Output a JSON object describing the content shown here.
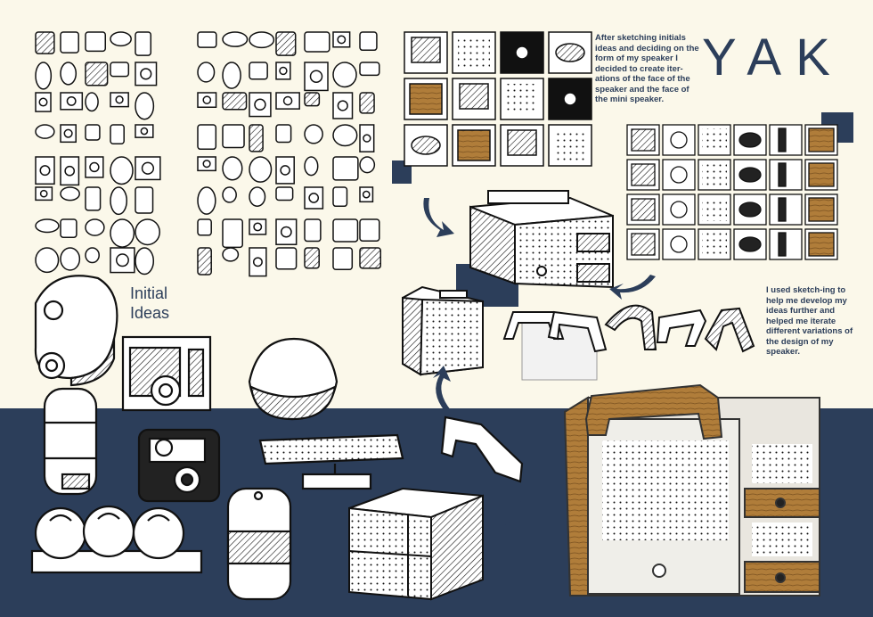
{
  "title": "YAK",
  "initial_ideas_label": [
    "Initial",
    "Ideas"
  ],
  "note_face_iterations": "After sketching initials ideas and deciding on the form of my speaker I decided to create iter-ations of the face of the speaker and the face of the mini speaker.",
  "note_sketching": "I used sketch-ing to help me develop my ideas further and helped me iterate different variations of the design of my speaker.",
  "colors": {
    "background": "#fbf8ea",
    "navy": "#2c3e5a",
    "ink": "#111111",
    "wood": "#b07d3a",
    "white": "#ffffff"
  },
  "icons": [
    "curved-arrow-icon"
  ]
}
